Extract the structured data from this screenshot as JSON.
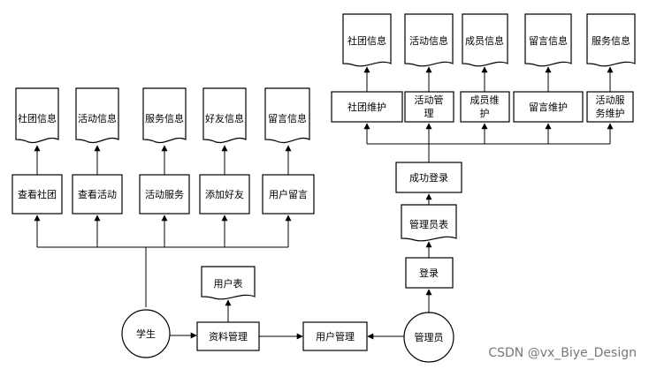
{
  "student": {
    "actor": "学生",
    "functions": [
      "查看社团",
      "查看活动",
      "活动服务",
      "添加好友",
      "用户留言"
    ],
    "docs": [
      "社团信息",
      "活动信息",
      "服务信息",
      "好友信息",
      "留言信息"
    ]
  },
  "middle": {
    "profile": "资料管理",
    "user_table": "用户表",
    "user_mgmt": "用户管理"
  },
  "admin": {
    "actor": "管理员",
    "login": "登录",
    "admin_table": "管理员表",
    "login_ok": "成功登录",
    "maint": [
      [
        "社团维护"
      ],
      [
        "活动管",
        "理"
      ],
      [
        "成员维",
        "护"
      ],
      [
        "留言维护"
      ],
      [
        "活动服",
        "务维护"
      ]
    ],
    "docs": [
      "社团信息",
      "活动信息",
      "成员信息",
      "留言信息",
      "服务信息"
    ]
  },
  "watermark": "CSDN @vx_Biye_Design"
}
